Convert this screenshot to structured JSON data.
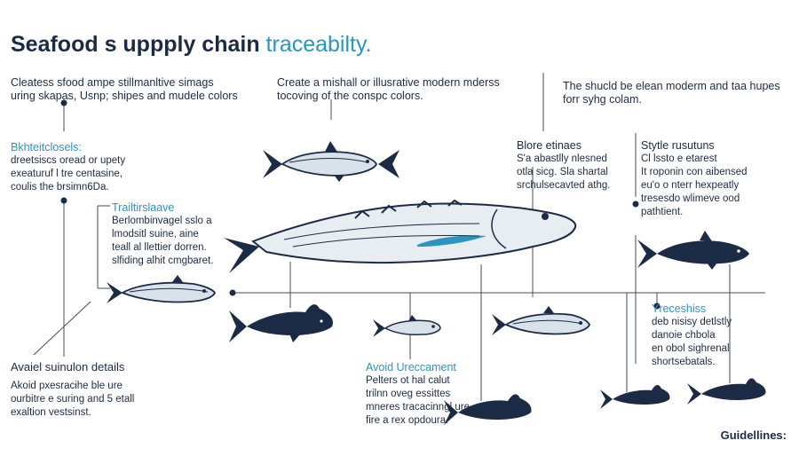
{
  "title": {
    "main": "Seafood s uppply chain",
    "accent": "traceabilty."
  },
  "intro": {
    "left": [
      "Cleatess sfood ampe stillmanltive simags",
      "uring skapas, Usnp; shipes and mudele colors"
    ],
    "center": [
      "Create a mishall or illusrative modern mderss",
      "tocoving of the conspc colors."
    ],
    "right": [
      "The shucld be elean moderm and taa hupes",
      "forr syhg colam."
    ]
  },
  "notes": {
    "top_left": {
      "heading": "Bkhteitclosels:",
      "lines": [
        "dreetsiscs oread or upety",
        "exeaturuf l tre centasine,",
        "coulis the brsimn6Da."
      ]
    },
    "mid_left": {
      "heading": "Trailtirslaave",
      "lines": [
        "Berlombinvagel sslo a",
        "lmodsitl suine, aine",
        "teall al llettier dorren.",
        "slfiding alhit cmgbaret."
      ]
    },
    "center_right": {
      "heading": "Blore etinaes",
      "lines": [
        "S'a abastlly nlesned",
        "otla sicg. Sla shartal",
        "srchulsecavted athg."
      ]
    },
    "right": {
      "heading": "Stytle rusutuns",
      "lines": [
        "Cl lssto e etarest",
        "It roponin con aibensed",
        "eu'o o nterr hexpeatly",
        "tresesdo wlimeve ood",
        "pathtient."
      ]
    },
    "lower_right": {
      "heading": "Yreceshiss",
      "lines": [
        "deb nisisy detlstly",
        "danoie chbola",
        "en obol sighrenal",
        "shortsebatals."
      ]
    },
    "bottom_left": {
      "heading": "Avaiel suinulon details",
      "lines": [
        "Akoid pxesracihe ble ure",
        "ourbitre e suring and 5 etall",
        "exaltion vestsinst."
      ]
    },
    "bottom_center": {
      "heading": "Avoid Ureccament",
      "lines": [
        "Pelters ot hal calut",
        "trilnn oveg essittes",
        "mneres tracacinngl ure",
        "fire a rex opdoura."
      ]
    }
  },
  "footer": "Guidellines:",
  "colors": {
    "navy": "#1c2b45",
    "accent_blue": "#2b95bd",
    "line": "#444c5a"
  },
  "icons": [
    "large-fish-icon",
    "tuna-icon",
    "shark-icon",
    "mackerel-icon"
  ]
}
